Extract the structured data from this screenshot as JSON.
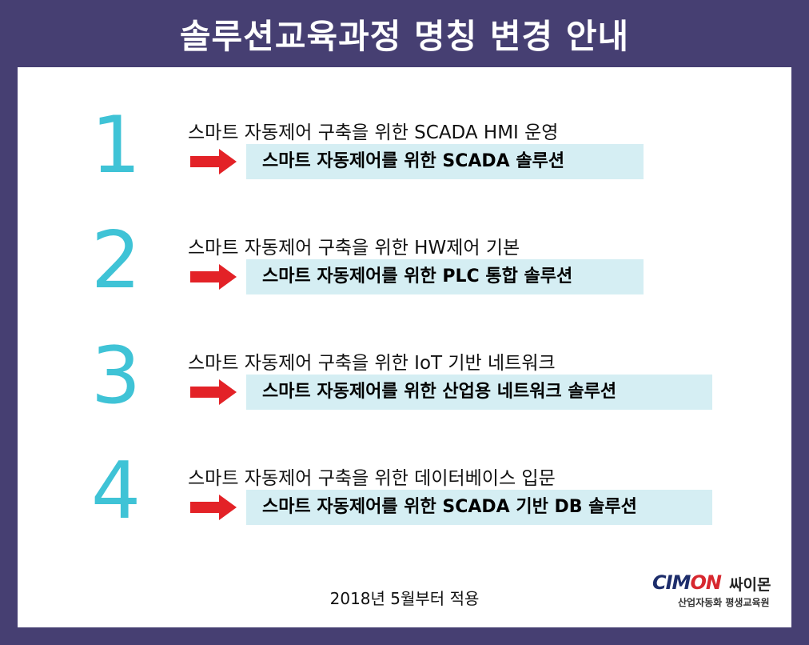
{
  "title": "솔루션교육과정 명칭 변경 안내",
  "items": [
    {
      "number": "1",
      "old_name": "스마트 자동제어 구축을 위한 SCADA HMI 운영",
      "new_name": "스마트 자동제어를 위한 SCADA 솔루션"
    },
    {
      "number": "2",
      "old_name": "스마트 자동제어 구축을 위한 HW제어 기본",
      "new_name": "스마트 자동제어를 위한 PLC 통합 솔루션"
    },
    {
      "number": "3",
      "old_name": "스마트 자동제어 구축을 위한 IoT 기반 네트워크",
      "new_name": "스마트 자동제어를 위한 산업용 네트워크 솔루션"
    },
    {
      "number": "4",
      "old_name": "스마트 자동제어 구축을 위한 데이터베이스 입문",
      "new_name": "스마트 자동제어를 위한 SCADA 기반 DB 솔루션"
    }
  ],
  "footer": "2018년 5월부터 적용",
  "logo": {
    "brand_part1": "CIM",
    "brand_part2": "ON",
    "brand_korean": "싸이몬",
    "subtitle": "산업자동화 평생교육원"
  },
  "colors": {
    "background": "#463f72",
    "number": "#3fc3d6",
    "arrow": "#e32227",
    "highlight": "#d5eef3"
  }
}
